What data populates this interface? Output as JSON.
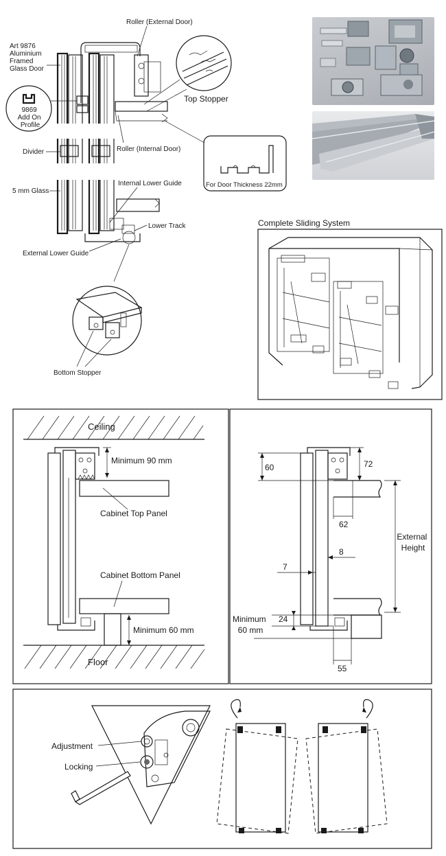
{
  "top_section": {
    "art_label": "Art 9876\nAluminium\nFramed\nGlass Door",
    "add_on_profile": "9869\nAdd On\nProfile",
    "roller_external": "Roller (External Door)",
    "roller_internal": "Roller (Internal Door)",
    "top_stopper": "Top Stopper",
    "door_thickness": "For Door Thickness 22mm",
    "divider": "Divider",
    "glass": "5 mm Glass",
    "internal_lower_guide": "Internal Lower Guide",
    "lower_track": "Lower Track",
    "external_lower_guide": "External Lower Guide",
    "bottom_stopper": "Bottom Stopper",
    "complete_system": "Complete Sliding System"
  },
  "middle_left": {
    "ceiling": "Ceiling",
    "min_90": "Minimum 90 mm",
    "cabinet_top": "Cabinet Top Panel",
    "cabinet_bottom": "Cabinet Bottom Panel",
    "min_60": "Minimum 60 mm",
    "floor": "Floor"
  },
  "middle_right": {
    "dim_60": "60",
    "dim_72": "72",
    "dim_62": "62",
    "dim_8": "8",
    "dim_7": "7",
    "external_height": "External\nHeight",
    "dim_24": "24",
    "min_60": "Minimum\n60 mm",
    "dim_55": "55"
  },
  "bottom_section": {
    "adjustment": "Adjustment",
    "locking": "Locking"
  }
}
